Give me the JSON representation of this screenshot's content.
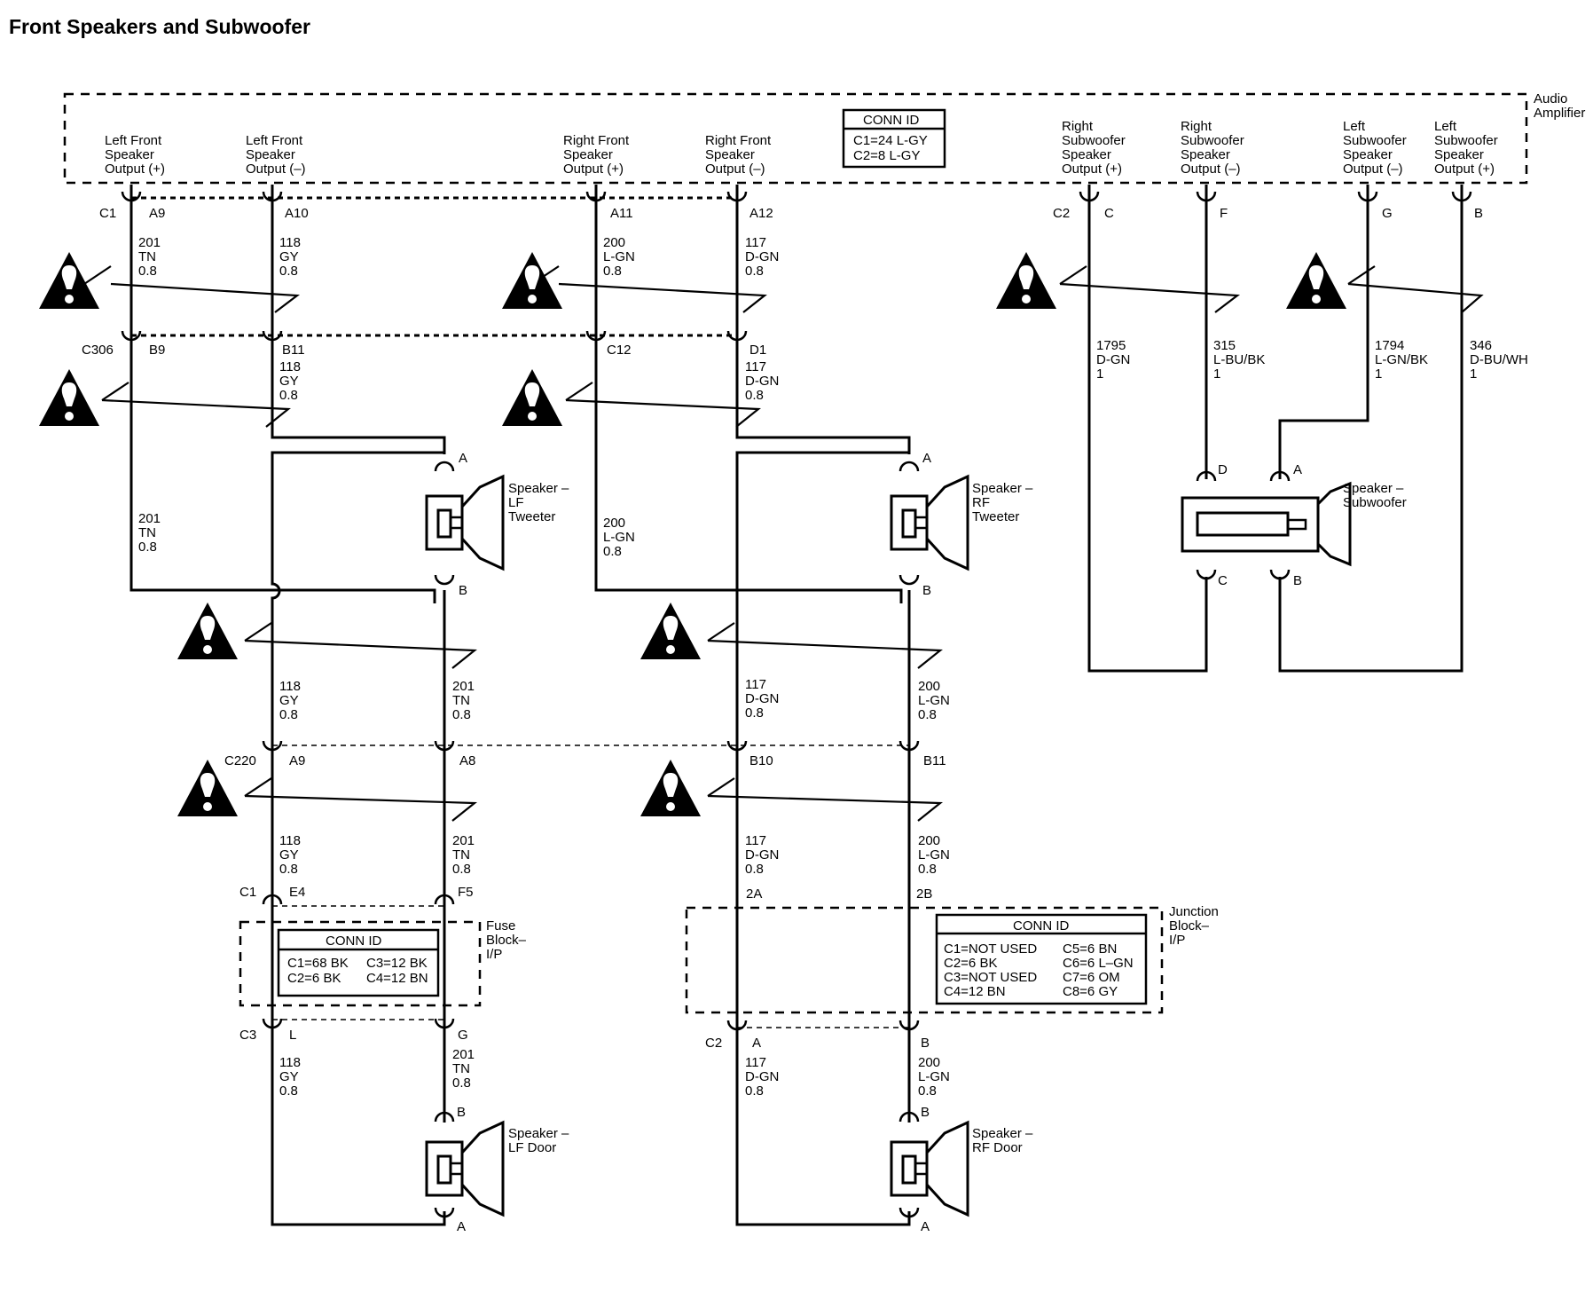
{
  "title": "Front Speakers and Subwoofer",
  "amplifier": {
    "label": [
      "Audio",
      "Amplifier"
    ],
    "conn_id": {
      "header": "CONN ID",
      "lines": [
        "C1=24 L-GY",
        "C2=8 L-GY"
      ]
    },
    "connectors": {
      "c1": "C1",
      "c2": "C2"
    },
    "outputs": [
      {
        "lines": [
          "Left Front",
          "Speaker",
          "Output (+)"
        ],
        "pin": "A9"
      },
      {
        "lines": [
          "Left Front",
          "Speaker",
          "Output (–)"
        ],
        "pin": "A10"
      },
      {
        "lines": [
          "Right Front",
          "Speaker",
          "Output (+)"
        ],
        "pin": "A11"
      },
      {
        "lines": [
          "Right Front",
          "Speaker",
          "Output (–)"
        ],
        "pin": "A12"
      },
      {
        "lines": [
          "Right",
          "Subwoofer",
          "Speaker",
          "Output (+)"
        ],
        "pin": "C"
      },
      {
        "lines": [
          "Right",
          "Subwoofer",
          "Speaker",
          "Output (–)"
        ],
        "pin": "F"
      },
      {
        "lines": [
          "Left",
          "Subwoofer",
          "Speaker",
          "Output (–)"
        ],
        "pin": "G"
      },
      {
        "lines": [
          "Left",
          "Subwoofer",
          "Speaker",
          "Output (+)"
        ],
        "pin": "B"
      }
    ]
  },
  "wires": {
    "w201": [
      "201",
      "TN",
      "0.8"
    ],
    "w118": [
      "118",
      "GY",
      "0.8"
    ],
    "w200": [
      "200",
      "L-GN",
      "0.8"
    ],
    "w117": [
      "117",
      "D-GN",
      "0.8"
    ],
    "w1795": [
      "1795",
      "D-GN",
      "1"
    ],
    "w315": [
      "315",
      "L-BU/BK",
      "1"
    ],
    "w1794": [
      "1794",
      "L-GN/BK",
      "1"
    ],
    "w346": [
      "346",
      "D-BU/WH",
      "1"
    ]
  },
  "c306": {
    "name": "C306",
    "pins": [
      "B9",
      "B11",
      "C12",
      "D1"
    ]
  },
  "c220": {
    "name": "C220",
    "pins": [
      "A9",
      "A8",
      "B10",
      "B11"
    ]
  },
  "speakers": {
    "lf_tweeter": {
      "lines": [
        "Speaker –",
        "LF",
        "Tweeter"
      ],
      "pin_top": "A",
      "pin_bottom": "B"
    },
    "rf_tweeter": {
      "lines": [
        "Speaker –",
        "RF",
        "Tweeter"
      ],
      "pin_top": "A",
      "pin_bottom": "B"
    },
    "subwoofer": {
      "lines": [
        "Speaker –",
        "Subwoofer"
      ],
      "pins_top": [
        "D",
        "A"
      ],
      "pins_bottom": [
        "C",
        "B"
      ]
    },
    "lf_door": {
      "lines": [
        "Speaker –",
        "LF Door"
      ],
      "pin_top": "B",
      "pin_bottom": "A"
    },
    "rf_door": {
      "lines": [
        "Speaker –",
        "RF Door"
      ],
      "pin_top": "B",
      "pin_bottom": "A"
    }
  },
  "fuse_block": {
    "label": [
      "Fuse",
      "Block–",
      "I/P"
    ],
    "conn_id": {
      "header": "CONN ID",
      "left": [
        "C1=68 BK",
        "C2=6 BK"
      ],
      "right": [
        "C3=12 BK",
        "C4=12 BN"
      ]
    },
    "top": {
      "conn": "C1",
      "pins": [
        "E4",
        "F5"
      ]
    },
    "bottom": {
      "conn": "C3",
      "pins": [
        "L",
        "G"
      ]
    }
  },
  "junction_block": {
    "label": [
      "Junction",
      "Block–",
      "I/P"
    ],
    "conn_id": {
      "header": "CONN ID",
      "left": [
        "C1=NOT USED",
        "C2=6 BK",
        "C3=NOT USED",
        "C4=12 BN"
      ],
      "right": [
        "C5=6 BN",
        "C6=6 L–GN",
        "C7=6 OM",
        "C8=6 GY"
      ]
    },
    "top": {
      "pins": [
        "2A",
        "2B"
      ]
    },
    "bottom": {
      "conn": "C2",
      "pins": [
        "A",
        "B"
      ]
    }
  },
  "icons": {
    "caution": "caution-triangle-icon",
    "twist": "twisted-pair-icon",
    "speaker": "speaker-icon"
  }
}
